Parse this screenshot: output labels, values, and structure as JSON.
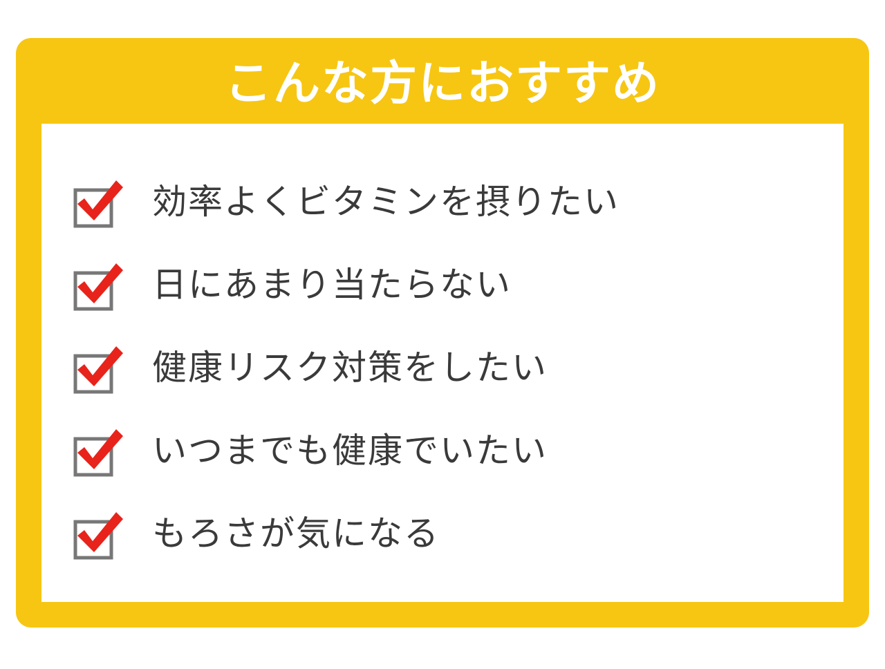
{
  "header": {
    "title": "こんな方におすすめ"
  },
  "checklist": {
    "items": [
      {
        "label": "効率よくビタミンを摂りたい",
        "checked": true
      },
      {
        "label": "日にあまり当たらない",
        "checked": true
      },
      {
        "label": "健康リスク対策をしたい",
        "checked": true
      },
      {
        "label": "いつまでも健康でいたい",
        "checked": true
      },
      {
        "label": "もろさが気になる",
        "checked": true
      }
    ]
  },
  "colors": {
    "frame": "#f6c612",
    "panel": "#ffffff",
    "title_text": "#ffffff",
    "item_text": "#3a3a3a",
    "checkmark": "#e8231b",
    "checkbox_border": "#777777"
  },
  "icons": {
    "checkbox": "checked-box-icon"
  }
}
